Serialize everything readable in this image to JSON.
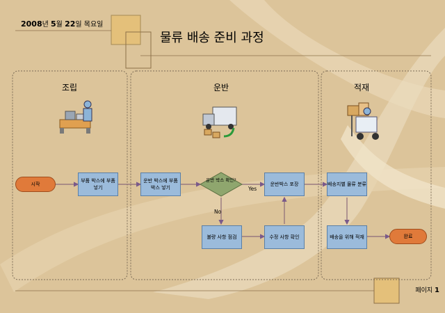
{
  "header": {
    "date_year": "2008",
    "date_y_unit": "년 ",
    "date_month": "5",
    "date_m_unit": "월 ",
    "date_day": "22",
    "date_d_unit": "일 ",
    "date_weekday": "목요일",
    "title": "물류 배송 준비 과정"
  },
  "lanes": [
    {
      "title": "조립"
    },
    {
      "title": "운반"
    },
    {
      "title": "적재"
    }
  ],
  "nodes": {
    "start": "시작",
    "put_parts": "부품 박스에 부품 넣기",
    "carry_box": "운반 박스에 부품 박스 넣기",
    "decision": "운반 박스 확인?",
    "pack": "운반박스 포장",
    "inspect": "불량 사항 점검",
    "verify_fix": "수정 사항 확인",
    "sort": "배송지별 물류 분류",
    "load": "배송을 위해 적재",
    "end": "완료"
  },
  "edge_labels": {
    "yes": "Yes",
    "no": "No"
  },
  "footer": {
    "page_label": "페이지",
    "page_number": "1"
  },
  "colors": {
    "process": "#9bbbdb",
    "terminal": "#e07a3a",
    "decision": "#8fa66e",
    "background": "#dcc49a"
  }
}
